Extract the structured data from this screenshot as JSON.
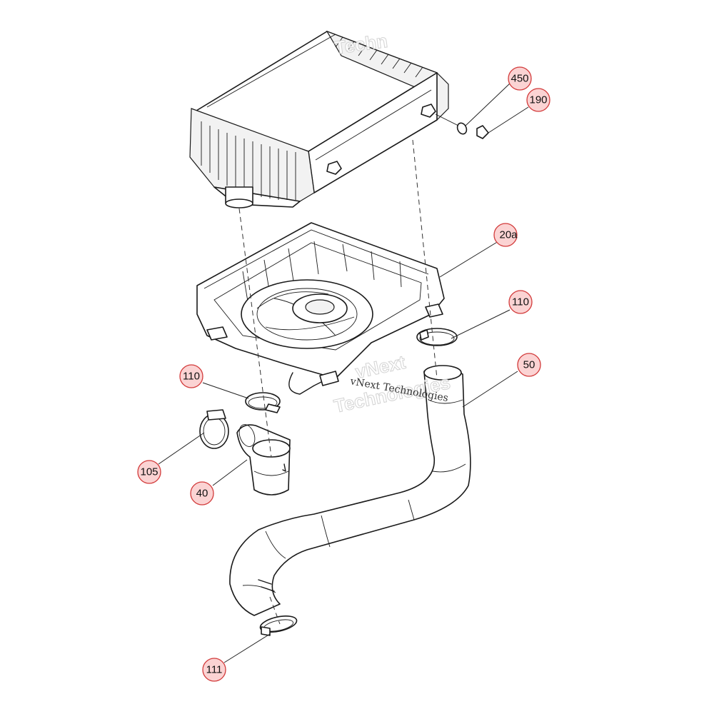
{
  "callouts": [
    {
      "label": "450"
    },
    {
      "label": "190"
    },
    {
      "label": "20a"
    },
    {
      "label": "110"
    },
    {
      "label": "50"
    },
    {
      "label": "110"
    },
    {
      "label": "105"
    },
    {
      "label": "40"
    },
    {
      "label": "111"
    }
  ],
  "watermark": {
    "text": "vNext Technologies",
    "big_line1": "vNext",
    "big_line2": "Technologies",
    "top_fragment": "Techn"
  },
  "colors": {
    "callout_fill": "#fbd3d3",
    "callout_stroke": "#d23a3a",
    "line": "#1a1a1a"
  }
}
